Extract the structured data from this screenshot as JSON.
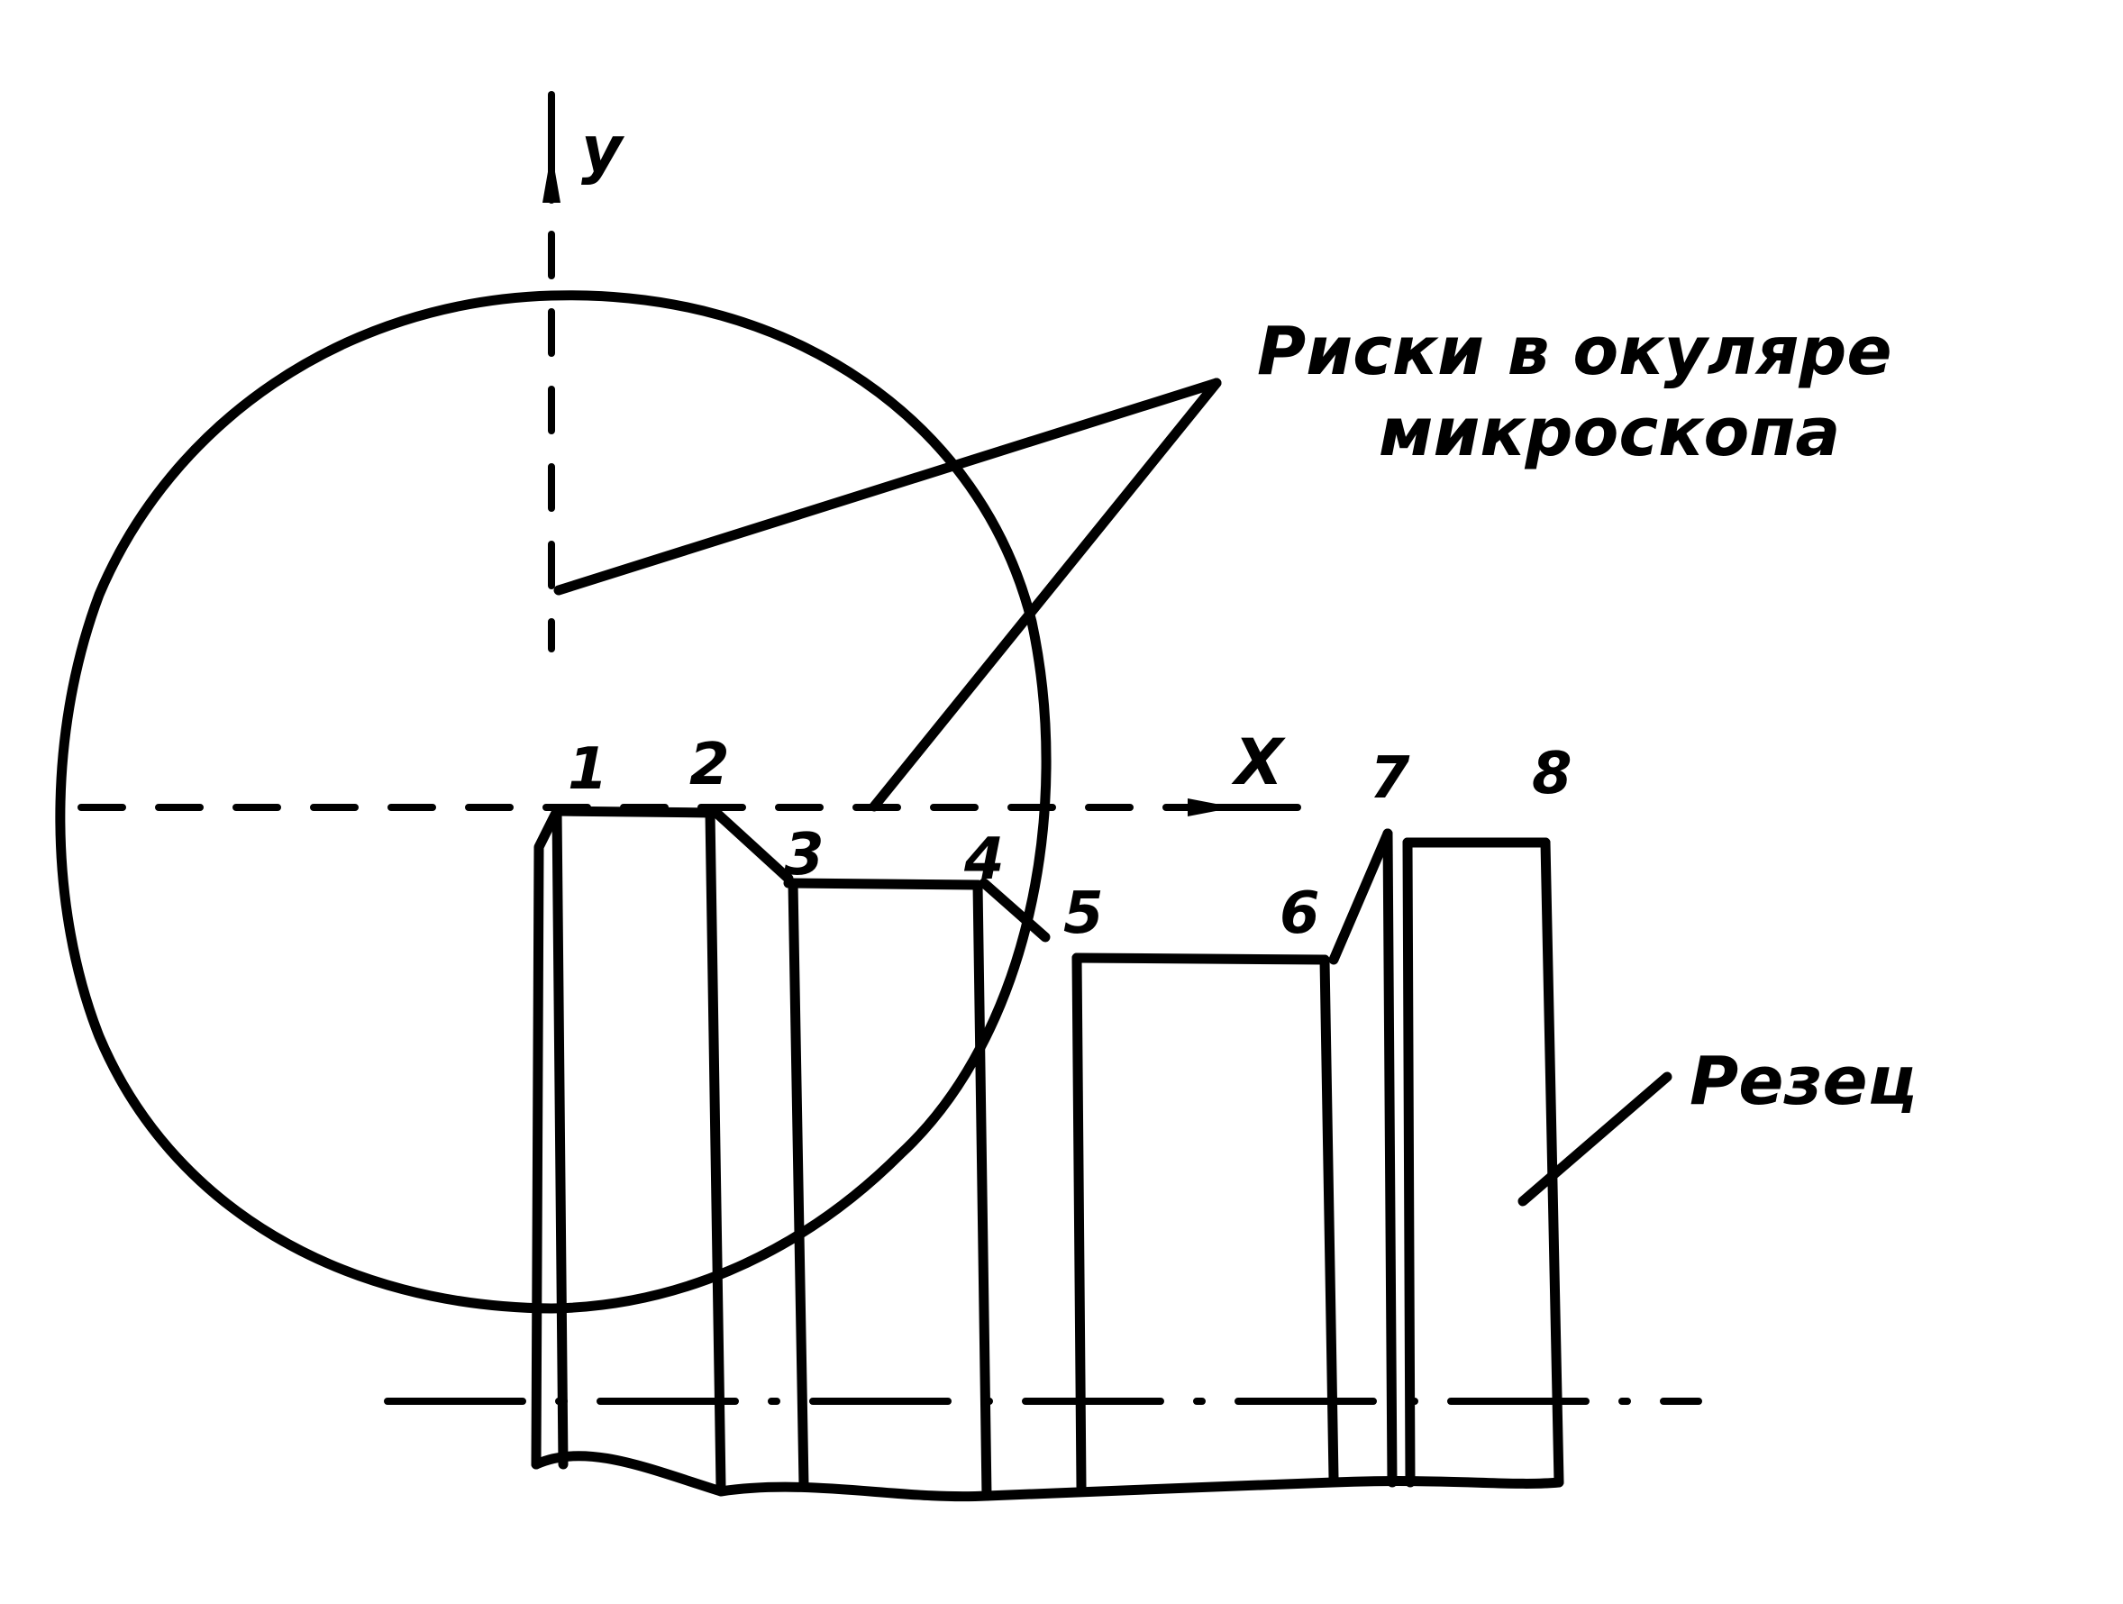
{
  "axes": {
    "y_label": "y",
    "x_label": "X"
  },
  "points": {
    "p1": "1",
    "p2": "2",
    "p3": "3",
    "p4": "4",
    "p5": "5",
    "p6": "6",
    "p7": "7",
    "p8": "8"
  },
  "callouts": {
    "reticle_line1": "Риски в окуляре",
    "reticle_line2": "микроскопа",
    "cutter": "Резец"
  }
}
